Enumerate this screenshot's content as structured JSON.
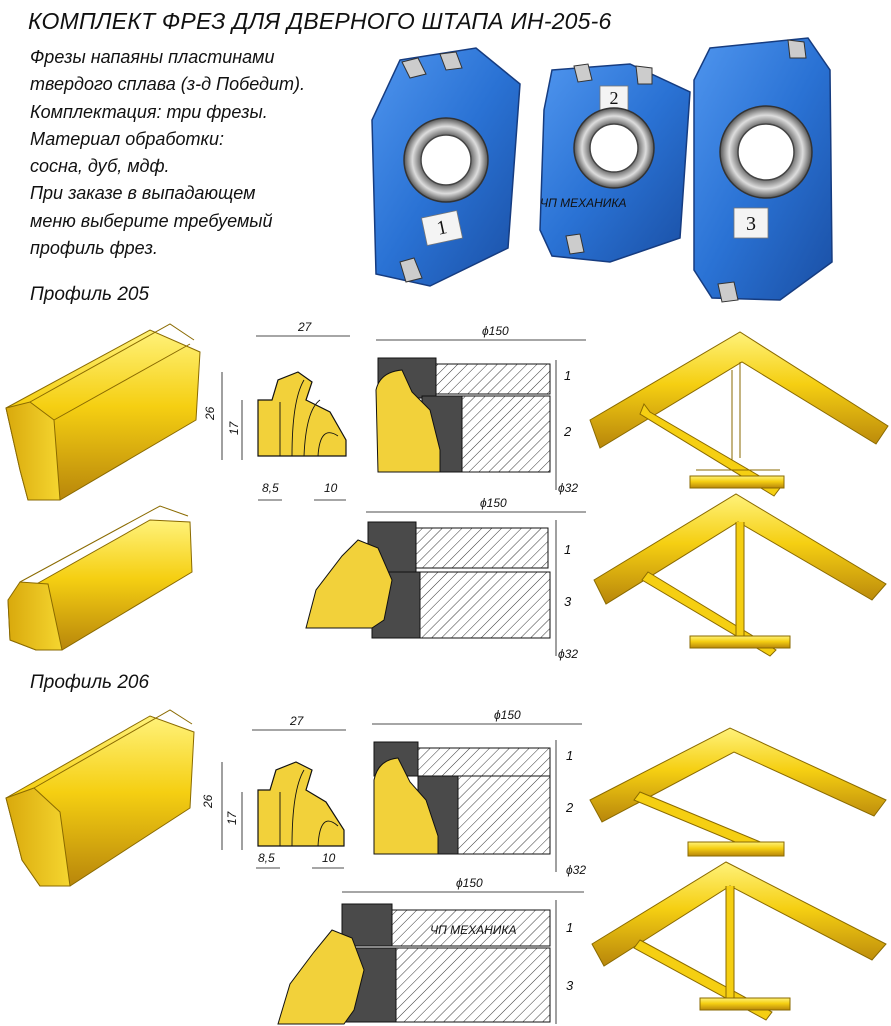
{
  "title": "КОМПЛЕКТ ФРЕЗ ДЛЯ  ДВЕРНОГО ШТАПА ИН-205-6",
  "description": [
    "Фрезы напаяны пластинами",
    "твердого сплава (з-д Победит).",
    "Комплектация: три фрезы.",
    "Материал обработки:",
    "сосна, дуб, мдф.",
    "При заказе в выпадающем",
    "меню выберите требуемый",
    "профиль фрез."
  ],
  "photo": {
    "watermark": "ЧП МЕХАНИКА",
    "cutter_numbers": [
      "1",
      "2",
      "3"
    ]
  },
  "profiles": [
    {
      "label": "Профиль 205",
      "dims": {
        "width": "27",
        "height": "26",
        "inner_height": "17",
        "left_width": "8,5",
        "right_width": "10"
      },
      "assemblies": [
        {
          "diameter": "ϕ150",
          "bore": "ϕ32",
          "cutters": [
            "1",
            "2"
          ]
        },
        {
          "diameter": "ϕ150",
          "bore": "ϕ32",
          "cutters": [
            "1",
            "3"
          ]
        }
      ]
    },
    {
      "label": "Профиль 206",
      "dims": {
        "width": "27",
        "height": "26",
        "inner_height": "17",
        "left_width": "8,5",
        "right_width": "10"
      },
      "assemblies": [
        {
          "diameter": "ϕ150",
          "bore": "ϕ32",
          "cutters": [
            "1",
            "2"
          ]
        },
        {
          "diameter": "ϕ150",
          "bore": "",
          "cutters": [
            "1",
            "3"
          ],
          "watermark": "ЧП МЕХАНИКА"
        }
      ]
    }
  ],
  "colors": {
    "cutter_blue": "#2a72d4",
    "wood_yellow": "#f2d13a",
    "moulding_gold": "#f5cf12",
    "steel_dark": "#4a4a4a"
  }
}
